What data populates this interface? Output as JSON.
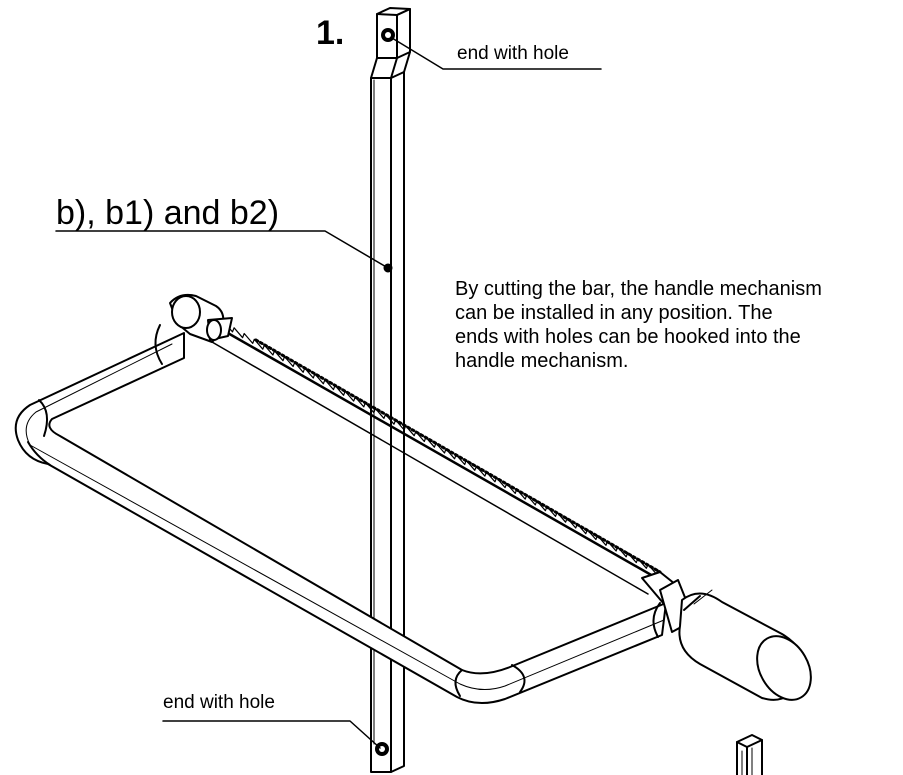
{
  "step": {
    "number": "1."
  },
  "callouts": {
    "end_top": "end with hole",
    "end_bottom": "end with hole",
    "reference": "b), b1) and b2)"
  },
  "description": "By cutting the bar, the handle mechanism\ncan be installed in any position. The\nends with holes can be hooked into the\nhandle mechanism.",
  "icons": [
    "bar",
    "saw-frame",
    "saw-blade",
    "handle",
    "post"
  ],
  "colors": {
    "line": "#000000",
    "background": "#ffffff"
  }
}
